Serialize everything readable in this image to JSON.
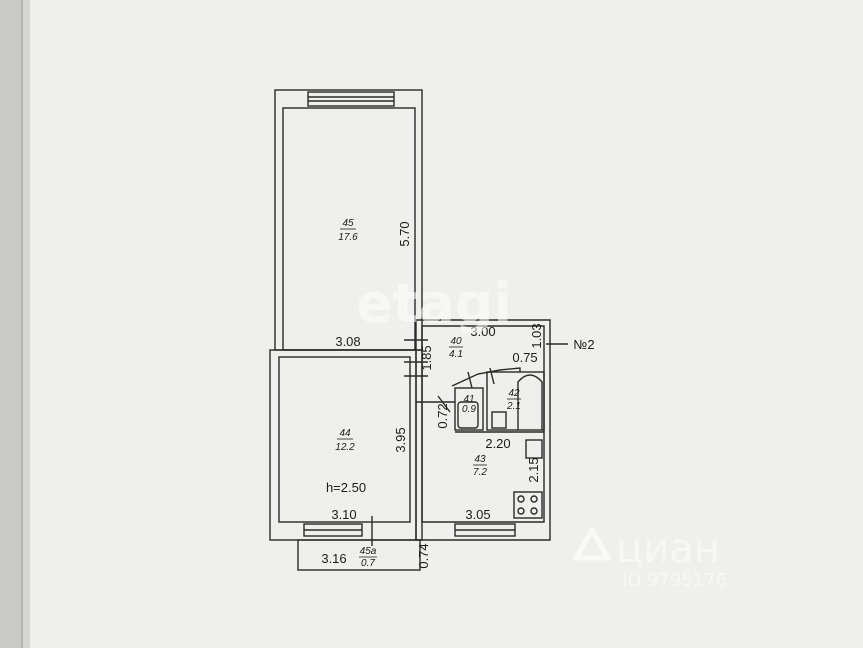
{
  "plan": {
    "rooms": [
      {
        "number": "45",
        "area": "17.6"
      },
      {
        "number": "44",
        "area": "12.2"
      },
      {
        "number": "40",
        "area": "4.1"
      },
      {
        "number": "41",
        "area": "0.9"
      },
      {
        "number": "42",
        "area": "2.1"
      },
      {
        "number": "43",
        "area": "7.2"
      },
      {
        "number": "45а",
        "area": "0.7"
      }
    ],
    "dimensions": {
      "d570": "5.70",
      "d308": "3.08",
      "d300": "3.00",
      "d103": "1.03",
      "d075": "0.75",
      "d185": "1.85",
      "d072": "0.72",
      "d395": "3.95",
      "d220": "2.20",
      "d215": "2.15",
      "d310": "3.10",
      "d305": "3.05",
      "d316": "3.16",
      "d074": "0.74"
    },
    "height_label": "h=2.50",
    "apartment_label": "№2"
  },
  "watermarks": {
    "etagi": "etagi",
    "cian_brand": "циан",
    "cian_id": "ID 9795176"
  },
  "colors": {
    "paper": "#f2f2f0",
    "line": "#2a2a2a",
    "background": "#d9d9d6"
  }
}
